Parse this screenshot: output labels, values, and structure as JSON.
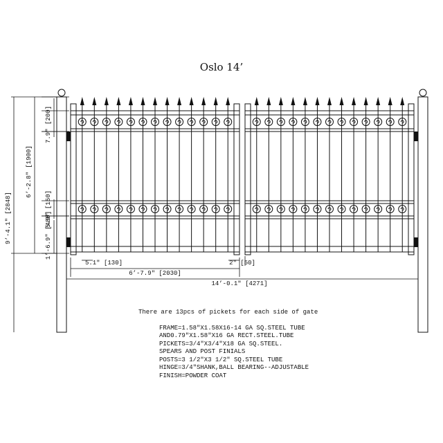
{
  "title": "Oslo 14’",
  "dimensions": {
    "top_section": "7.9\" [200]",
    "middle_section": "6’-2.8\" [1900]",
    "rail_gap": "5.9\" [150]",
    "bottom_section": "1’-6.9\" [480]",
    "total_height": "9’-4.1\" [2848]",
    "post_offset": "5.1\" [130]",
    "center_gap": "2\" [50]",
    "leaf_width": "6’-7.9\" [2030]",
    "total_width": "14’-0.1\" [4271]"
  },
  "pickets_per_side": 13,
  "notes": {
    "lead": "There are 13pcs of pickets for each side of gate",
    "specs": [
      "FRAME=1.58\"X1.58X16-14 GA SQ.STEEL TUBE",
      "AND0.79\"X1.58\"X16 GA RECT.STEEL.TUBE",
      "PICKETS=3/4\"X3/4\"X18 GA SQ.STEEL.",
      "SPEARS AND POST FINIALS",
      "POSTS=3 1/2\"X3 1/2\" SQ.STEEL TUBE",
      "HINGE=3/4\"SHANK,BALL BEARING--ADJUSTABLE",
      "FINISH=POWDER COAT"
    ]
  }
}
